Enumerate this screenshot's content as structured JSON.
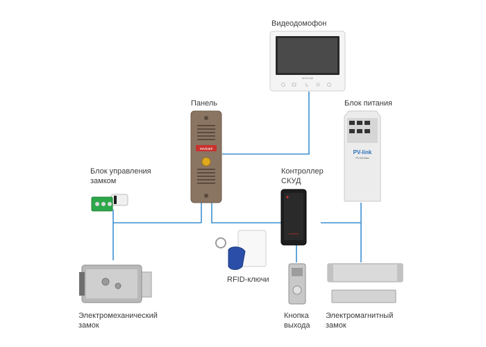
{
  "labels": {
    "videophone": "Видеодомофон",
    "panel": "Панель",
    "power_supply": "Блок питания",
    "lock_controller": [
      "Блок управления",
      "замком"
    ],
    "access_controller": [
      "Контроллер",
      "СКУД"
    ],
    "rfid_keys": "RFID-ключи",
    "electromech_lock": [
      "Электромеханический",
      "замок"
    ],
    "exit_button": [
      "Кнопка",
      "выхода"
    ],
    "electromagnetic_lock": [
      "Электромагнитный",
      "замок"
    ]
  },
  "brands": {
    "panel_logo": "novicam",
    "controller_logo": "novicam",
    "videophone_logo": "NOVICAM",
    "power_logo": "PV-link",
    "power_model": "PV-DC5Ae"
  },
  "colors": {
    "wire": "#3b8fd0",
    "panel_body": "#8a7462",
    "panel_button": "#e0a91f",
    "terminal_green": "#2ca84a",
    "controller_body": "#1e1e1e",
    "rfid_fob": "#2b4fa8"
  }
}
